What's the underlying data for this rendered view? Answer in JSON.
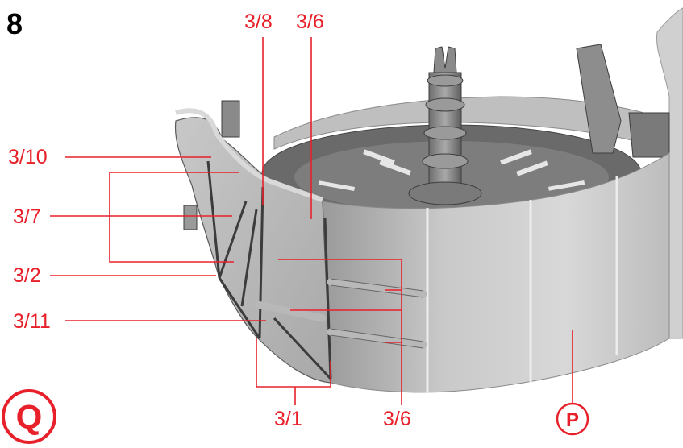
{
  "step_number": "8",
  "labels": {
    "l_3_10": "3/10",
    "l_3_7": "3/7",
    "l_3_2": "3/2",
    "l_3_11": "3/11",
    "l_3_8": "3/8",
    "l_3_6_top": "3/6",
    "l_3_1": "3/1",
    "l_3_6_bottom": "3/6"
  },
  "markers": {
    "q": "Q",
    "p": "P"
  },
  "colors": {
    "label_red": "#e8202a",
    "text_black": "#000000",
    "model_grey": "#b4b4b4"
  }
}
